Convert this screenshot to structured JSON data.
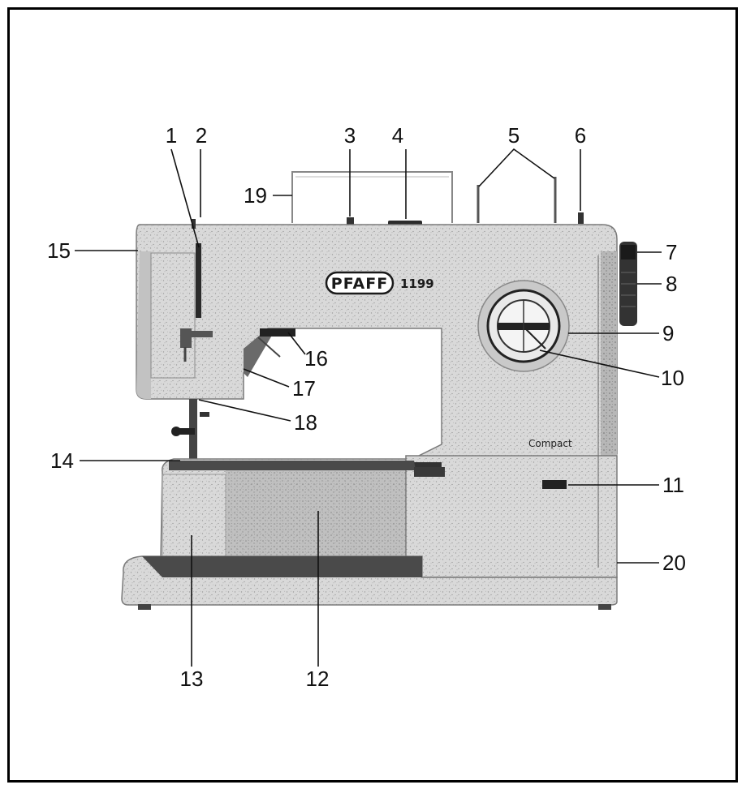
{
  "machine": {
    "brand": "PFAFF",
    "model": "1199",
    "edition": "Compact"
  },
  "callouts": [
    "1",
    "2",
    "3",
    "4",
    "5",
    "6",
    "7",
    "8",
    "9",
    "10",
    "11",
    "12",
    "13",
    "14",
    "15",
    "16",
    "17",
    "18",
    "19",
    "20"
  ],
  "colors": {
    "body": "#d6d6d6",
    "body_dark": "#9a9a9a",
    "ink": "#111111",
    "base": "#5a5a5a"
  }
}
